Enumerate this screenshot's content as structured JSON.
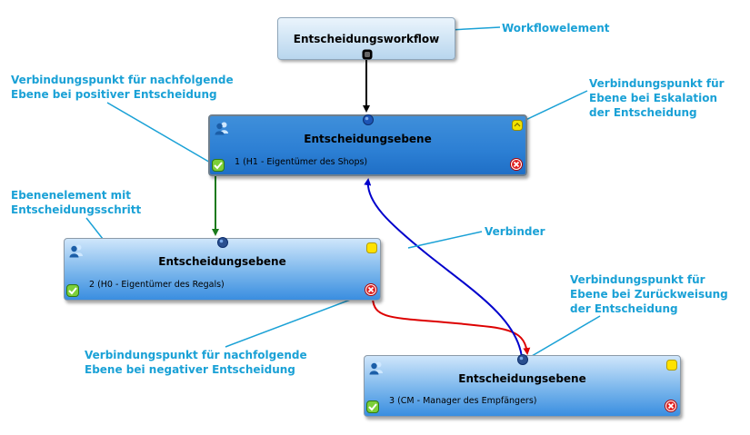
{
  "workflow": {
    "title": "Entscheidungsworkflow"
  },
  "levels": [
    {
      "title": "Entscheidungsebene",
      "subtitle": "1 (H1 - Eigentümer des Shops)"
    },
    {
      "title": "Entscheidungsebene",
      "subtitle": "2 (H0 - Eigentümer des Regals)"
    },
    {
      "title": "Entscheidungsebene",
      "subtitle": "3 (CM - Manager des Empfängers)"
    }
  ],
  "annotations": {
    "workflow_element": "Workflowelement",
    "positive_line1": "Verbindungspunkt für nachfolgende",
    "positive_line2": "Ebene bei positiver Entscheidung",
    "escalation_line1": "Verbindungspunkt für",
    "escalation_line2": "Ebene bei Eskalation",
    "escalation_line3": "der Entscheidung",
    "level_element_line1": "Ebenenelement mit",
    "level_element_line2": "Entscheidungsschritt",
    "connector": "Verbinder",
    "reject_line1": "Verbindungspunkt für",
    "reject_line2": "Ebene bei Zurückweisung",
    "reject_line3": "der Entscheidung",
    "negative_line1": "Verbindungspunkt für nachfolgende",
    "negative_line2": "Ebene bei negativer Entscheidung"
  },
  "colors": {
    "annotation": "#1aa1d6",
    "edge_default": "#000000",
    "edge_positive": "#1a7a1a",
    "edge_negative": "#dd0000",
    "edge_escalation": "#0000cc",
    "level_light": "#6aaeea",
    "level_selected": "#2c7fd4"
  },
  "icons": [
    "user-group-icon",
    "check-icon",
    "reject-icon",
    "escalation-icon",
    "connection-point-icon"
  ]
}
